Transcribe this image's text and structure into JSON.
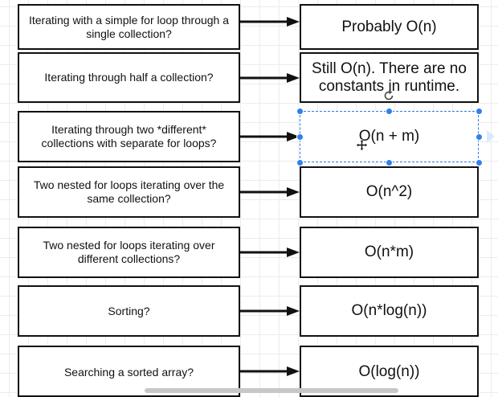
{
  "rows": [
    {
      "question": "Iterating with a simple for loop through a single collection?",
      "answer": "Probably O(n)"
    },
    {
      "question": "Iterating through half a collection?",
      "answer": "Still O(n).  There are no constants in runtime."
    },
    {
      "question": "Iterating through two *different* collections with separate for loops?",
      "answer": "O(n + m)"
    },
    {
      "question": "Two nested for loops iterating over the same collection?",
      "answer": "O(n^2)"
    },
    {
      "question": "Two nested for loops iterating over different collections?",
      "answer": "O(n*m)"
    },
    {
      "question": "Sorting?",
      "answer": "O(n*log(n))"
    },
    {
      "question": "Searching a sorted array?",
      "answer": "O(log(n))"
    }
  ],
  "selected_row": 2,
  "colors": {
    "stroke": "#111111",
    "selection": "#2f80ed",
    "grid": "#ececec"
  },
  "icons": [
    "rotate-icon",
    "move-cursor-icon",
    "arrow-right-icon"
  ]
}
